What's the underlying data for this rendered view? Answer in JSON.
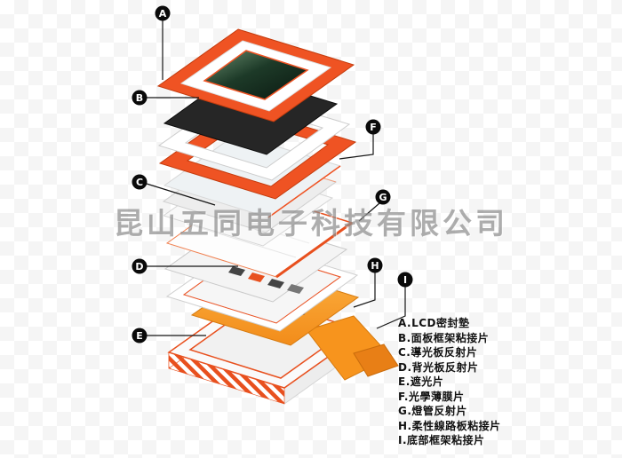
{
  "watermark": "昆山五同电子科技有限公司",
  "labels": {
    "a": "A",
    "b": "B",
    "c": "C",
    "d": "D",
    "e": "E",
    "f": "F",
    "g": "G",
    "h": "H",
    "i": "I"
  },
  "legend": {
    "items": [
      "A.LCD密封墊",
      "B.面板框架粘接片",
      "C.導光板反射片",
      "D.背光板反射片",
      "E.遮光片",
      "F.光學薄膜片",
      "G.燈管反射片",
      "H.柔性線路板粘接片",
      "I.底部框架粘接片"
    ]
  },
  "colors": {
    "accent_orange": "#ef5323",
    "deep_orange": "#c43c0e",
    "flex_orange": "#f7941d",
    "screen_dark_green": "#1d3a28",
    "badge_black": "#0a0a0a"
  }
}
